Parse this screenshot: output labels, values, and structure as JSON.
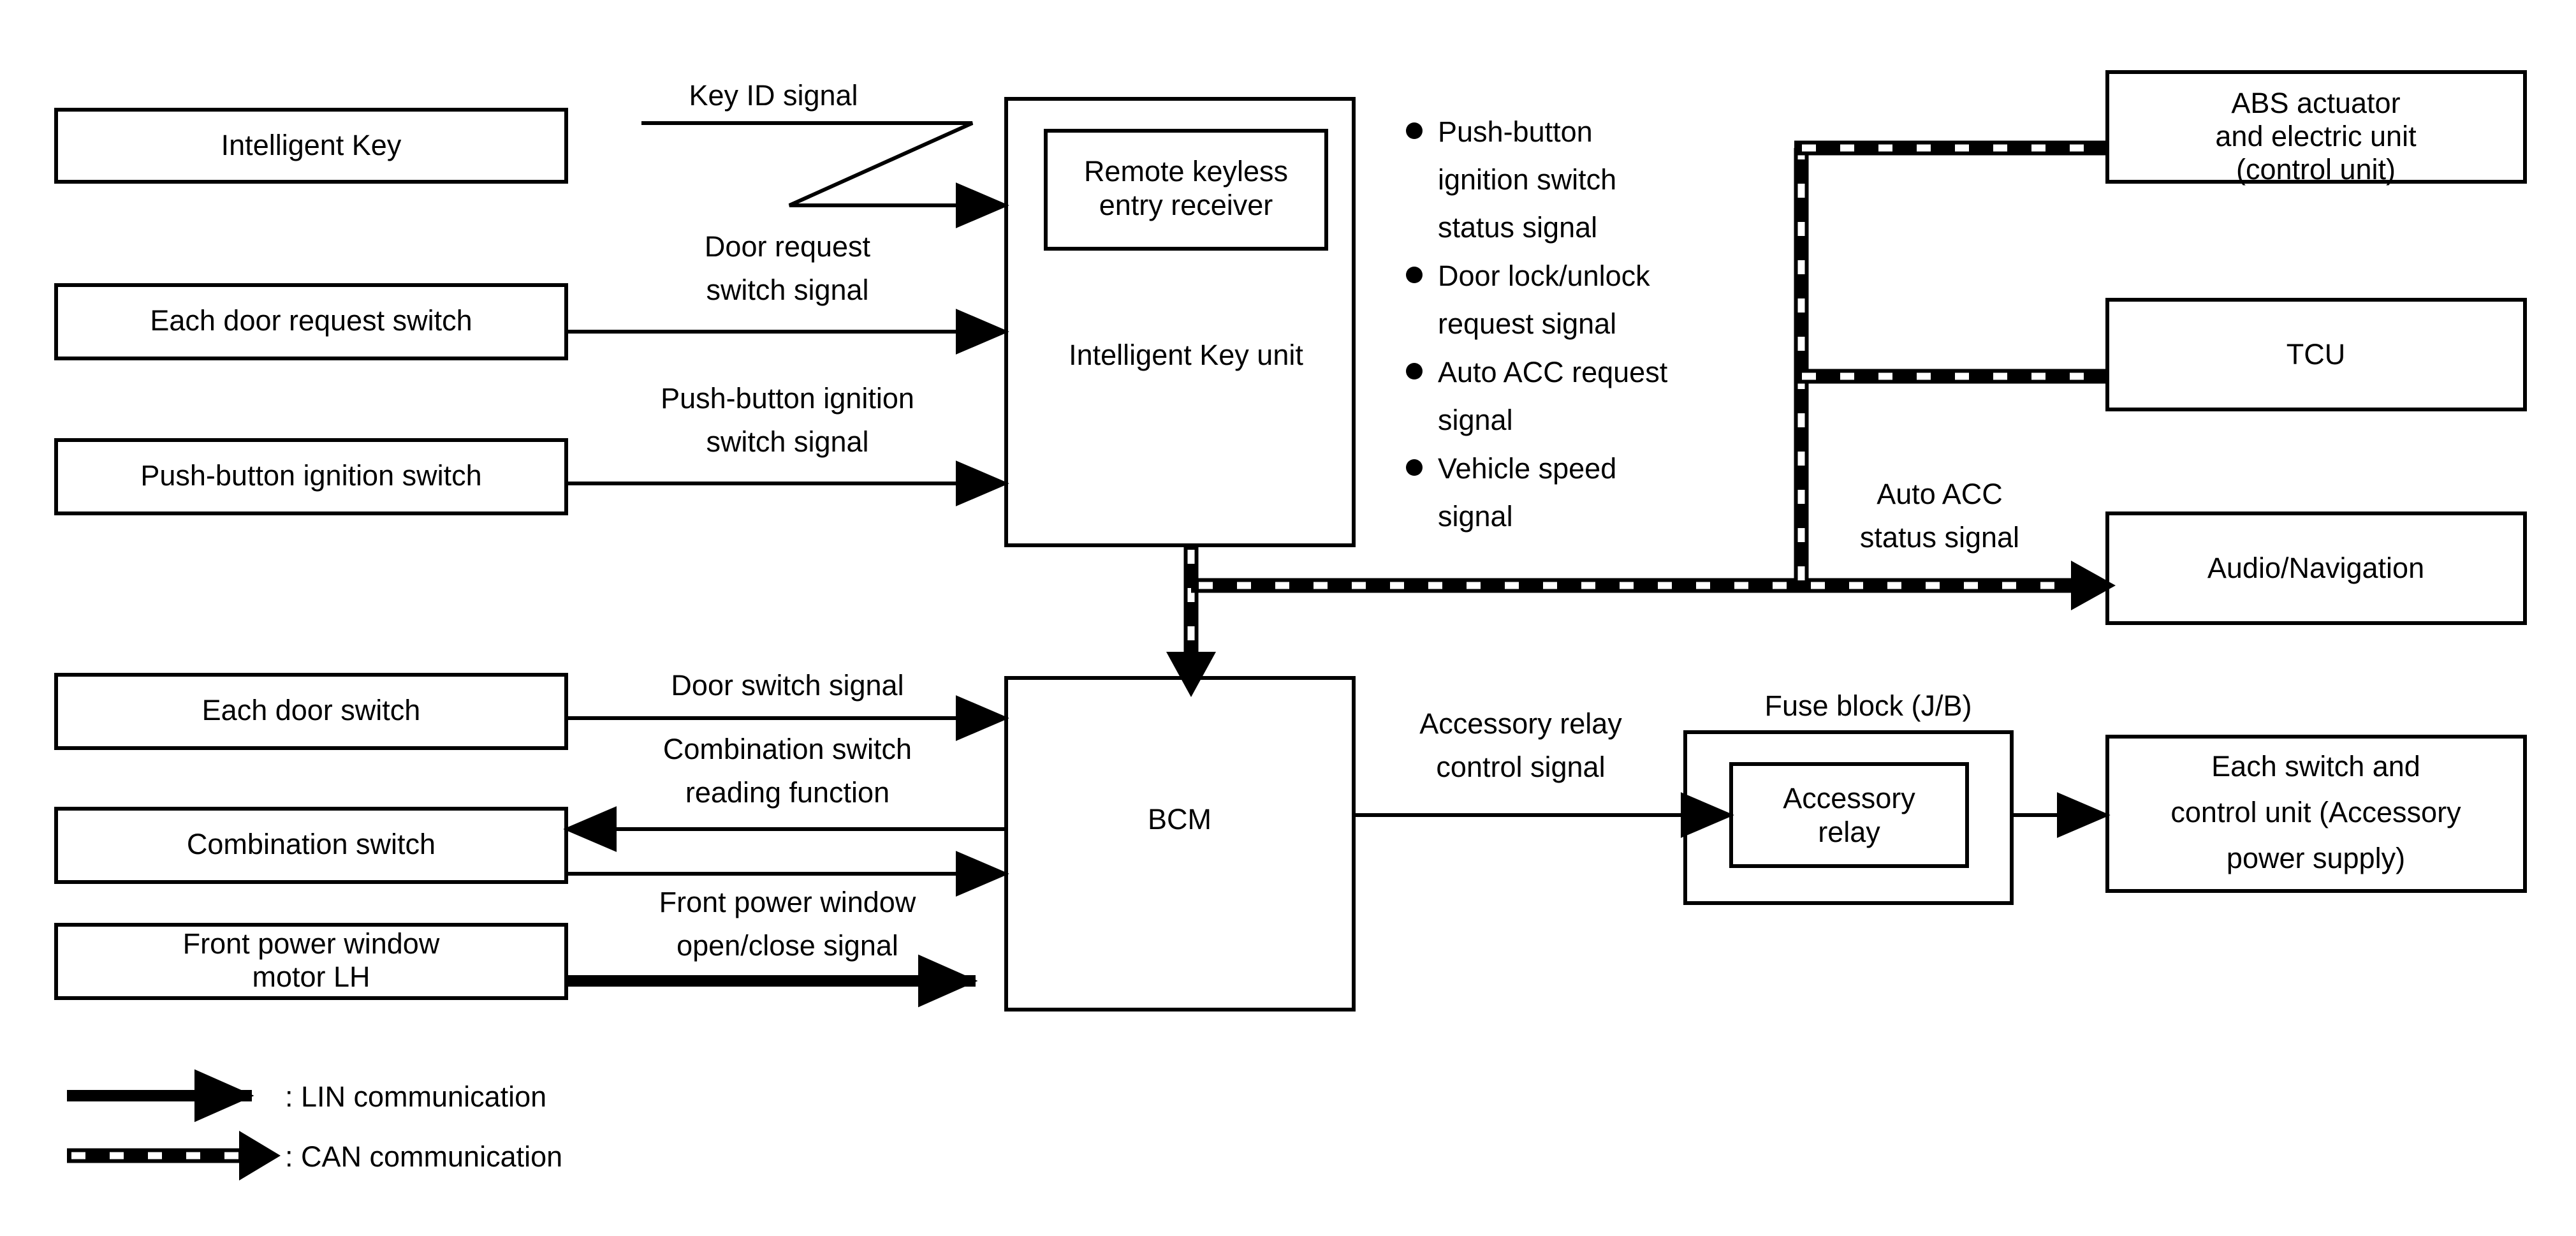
{
  "diagram": {
    "title": "Intelligent Key / BCM Auto ACC system block diagram",
    "colors": {
      "line": "#000000",
      "box_fill": "#ffffff",
      "background": "#ffffff"
    },
    "boxes": {
      "intelligent_key": "Intelligent Key",
      "each_door_request_switch": "Each door request switch",
      "push_button_ignition_switch": "Push-button ignition switch",
      "each_door_switch": "Each door switch",
      "combination_switch": "Combination switch",
      "front_power_window_motor_lh_line1": "Front power window",
      "front_power_window_motor_lh_line2": "motor LH",
      "remote_keyless_entry_receiver_line1": "Remote keyless",
      "remote_keyless_entry_receiver_line2": "entry receiver",
      "intelligent_key_unit": "Intelligent Key unit",
      "bcm": "BCM",
      "fuse_block_caption": "Fuse block (J/B)",
      "accessory_relay_line1": "Accessory",
      "accessory_relay_line2": "relay",
      "abs_actuator_line1": "ABS actuator",
      "abs_actuator_line2": "and electric unit",
      "abs_actuator_line3": "(control unit)",
      "tcu": "TCU",
      "audio_navigation": "Audio/Navigation",
      "each_switch_control_unit_line1": "Each switch and",
      "each_switch_control_unit_line2": "control unit (Accessory",
      "each_switch_control_unit_line3": "power supply)"
    },
    "signals": {
      "key_id_signal": "Key ID signal",
      "door_request_switch_signal_line1": "Door request",
      "door_request_switch_signal_line2": "switch signal",
      "push_button_ignition_switch_signal_line1": "Push-button ignition",
      "push_button_ignition_switch_signal_line2": "switch signal",
      "door_switch_signal": "Door switch signal",
      "combination_switch_reading_function_line1": "Combination switch",
      "combination_switch_reading_function_line2": "reading function",
      "front_power_window_open_close_signal_line1": "Front power window",
      "front_power_window_open_close_signal_line2": "open/close signal",
      "accessory_relay_control_signal_line1": "Accessory relay",
      "accessory_relay_control_signal_line2": "control signal",
      "auto_acc_status_signal_line1": "Auto ACC",
      "auto_acc_status_signal_line2": "status signal"
    },
    "bullet_signals": [
      {
        "line1": "Push-button",
        "line2": "ignition switch",
        "line3": "status signal"
      },
      {
        "line1": "Door lock/unlock",
        "line2": "request signal",
        "line3": ""
      },
      {
        "line1": "Auto ACC request",
        "line2": "signal",
        "line3": ""
      },
      {
        "line1": "Vehicle speed",
        "line2": "signal",
        "line3": ""
      }
    ],
    "legend": [
      {
        "symbol": "solid-arrow-icon",
        "label": ": LIN communication"
      },
      {
        "symbol": "dashed-arrow-icon",
        "label": ": CAN communication"
      }
    ]
  }
}
